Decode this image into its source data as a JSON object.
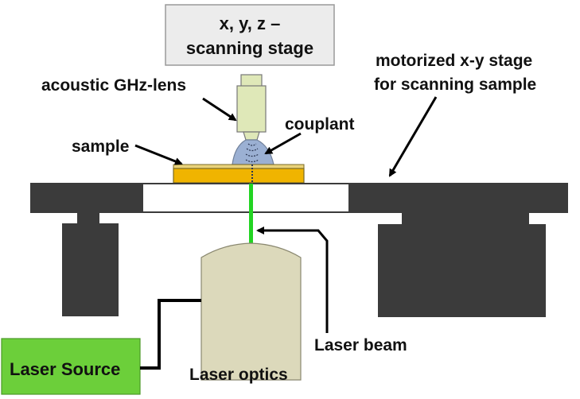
{
  "labels": {
    "scanning_stage": [
      "x, y, z –",
      "scanning stage"
    ],
    "motorized_stage": [
      "motorized x-y stage",
      "for scanning sample"
    ],
    "lens": "acoustic GHz-lens",
    "couplant": "couplant",
    "sample": "sample",
    "laser_source": "Laser Source",
    "laser_beam": "Laser beam",
    "laser_optics": "Laser optics"
  },
  "colors": {
    "stage": "#3b3b3b",
    "stage_opening": "#ffffff",
    "sample": "#f0b400",
    "lens": "#dfe8b8",
    "couplant": "#9bb0d3",
    "laser_beam": "#22d422",
    "laser_optics": "#dcd9bb",
    "laser_source": "#6ccf3a",
    "scanning_box": "#ececec"
  }
}
